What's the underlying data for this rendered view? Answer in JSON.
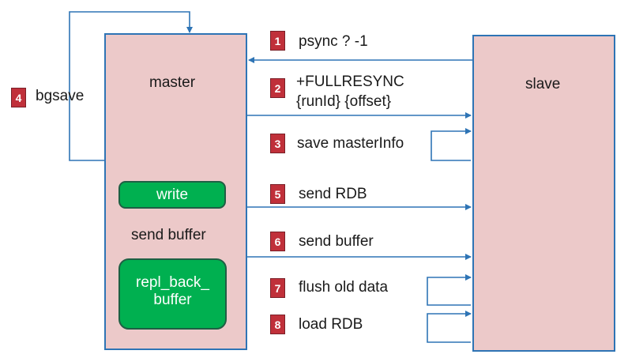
{
  "master": {
    "title": "master"
  },
  "slave": {
    "title": "slave"
  },
  "write_box": {
    "label": "write"
  },
  "send_buffer_label": "send buffer",
  "repl_box": {
    "line1": "repl_back_",
    "line2": "buffer"
  },
  "steps": [
    {
      "num": "1",
      "text": "psync ? -1"
    },
    {
      "num": "2",
      "text": "+FULLRESYNC",
      "text2": "{runId} {offset}"
    },
    {
      "num": "3",
      "text": "save masterInfo"
    },
    {
      "num": "4",
      "text": "bgsave"
    },
    {
      "num": "5",
      "text": "send RDB"
    },
    {
      "num": "6",
      "text": "send buffer"
    },
    {
      "num": "7",
      "text": "flush old data"
    },
    {
      "num": "8",
      "text": "load RDB"
    }
  ],
  "colors": {
    "box_fill": "#ecc9c9",
    "box_border": "#2e74b5",
    "green": "#00b050",
    "badge": "#c0303a",
    "arrow": "#2e74b5"
  }
}
